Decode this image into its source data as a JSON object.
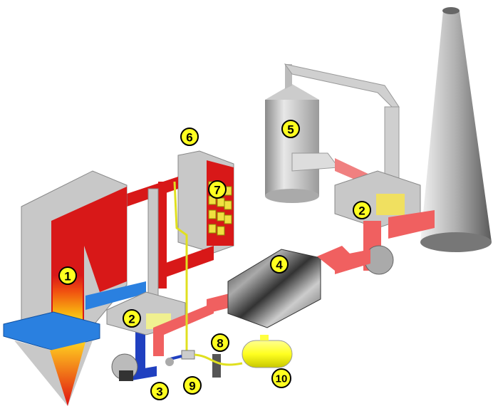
{
  "colors": {
    "hot": "#d81818",
    "warm": "#f06060",
    "cold": "#2a7fe0",
    "gray": "#c8c8c8",
    "dark": "#8a8a8a",
    "yellow": "#ffff20"
  },
  "labels": [
    {
      "id": "boiler",
      "text": "1"
    },
    {
      "id": "air-heater-left",
      "text": "2"
    },
    {
      "id": "fan",
      "text": "3"
    },
    {
      "id": "precipitator",
      "text": "4"
    },
    {
      "id": "absorber",
      "text": "5"
    },
    {
      "id": "scr-reactor",
      "text": "6"
    },
    {
      "id": "catalyst",
      "text": "7"
    },
    {
      "id": "ammonia-injection",
      "text": "8"
    },
    {
      "id": "dilution-fan",
      "text": "9"
    },
    {
      "id": "ammonia-tank",
      "text": "10"
    },
    {
      "id": "air-heater-right",
      "text": "2"
    }
  ]
}
